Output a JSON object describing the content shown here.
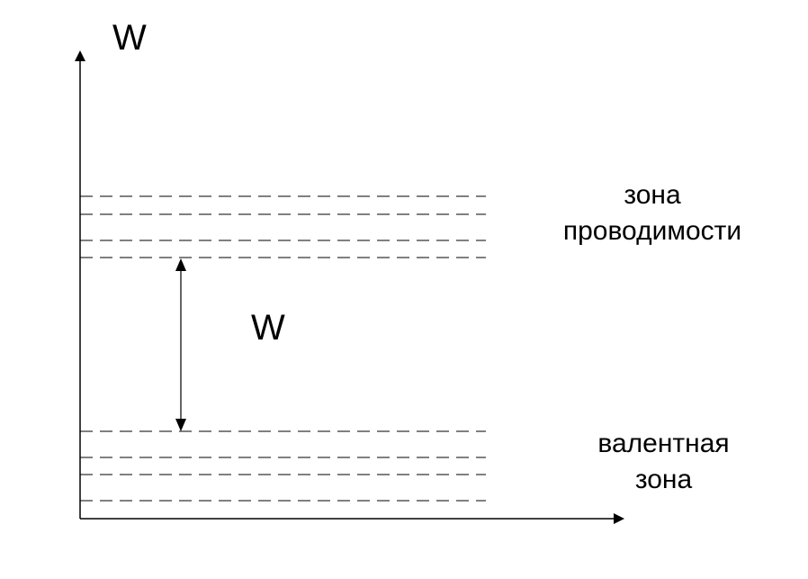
{
  "axis": {
    "y_label": "W"
  },
  "gap": {
    "label": "W"
  },
  "zones": {
    "conduction": {
      "line1": "зона",
      "line2": "проводимости"
    },
    "valence": {
      "line1": "валентная",
      "line2": "зона"
    }
  },
  "colors": {
    "ink": "#000000",
    "background": "#ffffff"
  }
}
